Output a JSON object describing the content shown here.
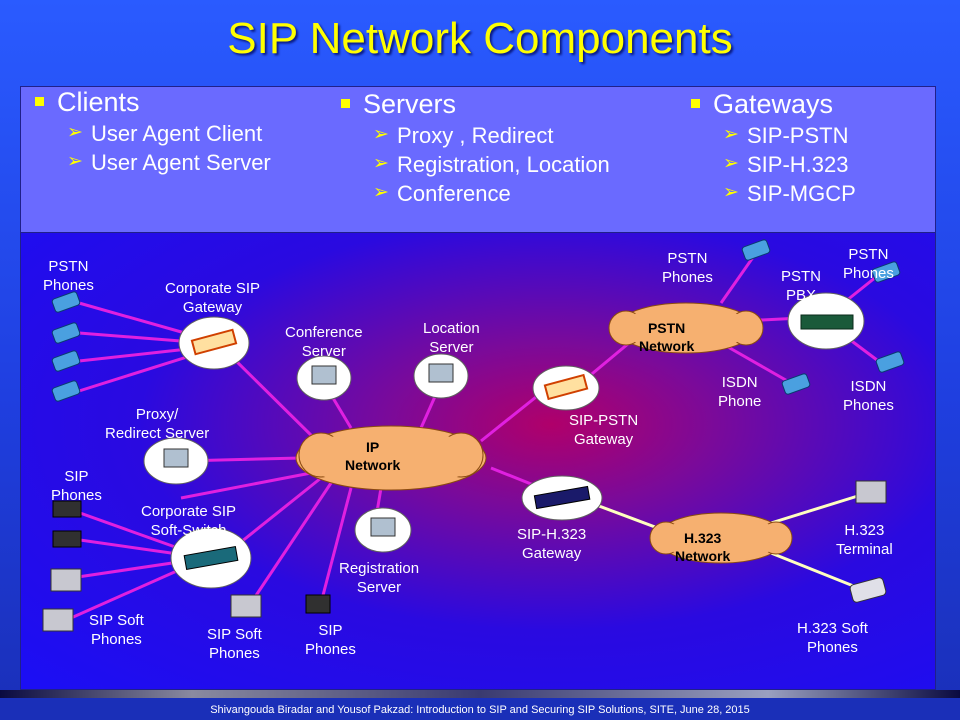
{
  "title": "SIP Network Components",
  "columns": [
    {
      "head": "Clients",
      "items": [
        "User Agent Client",
        "User Agent Server"
      ]
    },
    {
      "head": "Servers",
      "items": [
        "Proxy , Redirect",
        "Registration, Location",
        "Conference"
      ]
    },
    {
      "head": "Gateways",
      "items": [
        "SIP-PSTN",
        "SIP-H.323",
        "SIP-MGCP"
      ]
    }
  ],
  "labels": {
    "pstn_phones_left": "PSTN\nPhones",
    "corp_sip_gateway": "Corporate SIP\nGateway",
    "conference_server": "Conference\nServer",
    "location_server": "Location\nServer",
    "pstn_phones_top": "PSTN\nPhones",
    "pstn_pbx": "PSTN\nPBX",
    "pstn_phones_right": "PSTN\nPhones",
    "pstn_network": "PSTN\nNetwork",
    "isdn_phone": "ISDN\nPhone",
    "isdn_phones": "ISDN\nPhones",
    "proxy_server": "Proxy/\nRedirect Server",
    "ip_network": "IP\nNetwork",
    "sip_pstn_gateway": "SIP-PSTN\nGateway",
    "sip_phones_left": "SIP\nPhones",
    "corp_soft_switch": "Corporate SIP\nSoft-Switch",
    "sip_h323_gateway": "SIP-H.323\nGateway",
    "h323_network": "H.323\nNetwork",
    "h323_terminal": "H.323\nTerminal",
    "registration_server": "Registration\nServer",
    "sip_soft_phones_left": "SIP Soft\nPhones",
    "sip_soft_phones_mid": "SIP Soft\nPhones",
    "sip_phones_bottom": "SIP\nPhones",
    "h323_soft_phones": "H.323 Soft\nPhones"
  },
  "footer": "Shivangouda Biradar and Yousof Pakzad:  Introduction to SIP and Securing SIP Solutions, SITE, June 28, 2015",
  "colors": {
    "title": "#ffff00",
    "panel": "#6a6aff",
    "link_sip": "#e020e0",
    "link_h323": "#ffffc0",
    "cloud": "#f6b070"
  }
}
